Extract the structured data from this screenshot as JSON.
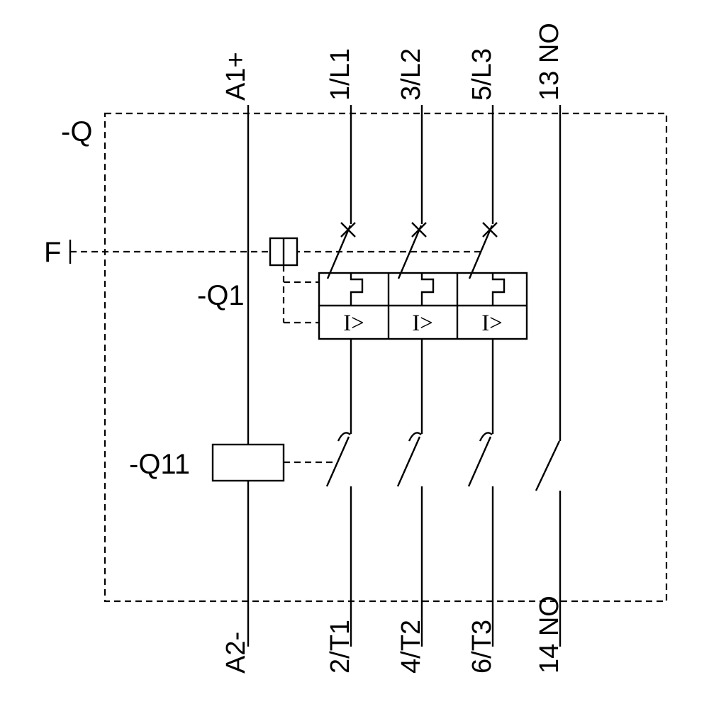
{
  "labels": {
    "device": "-Q",
    "trip_function": "F",
    "protector": "-Q1",
    "contactor": "-Q11",
    "overcurrent": "I>"
  },
  "terminals": {
    "coil_plus": "A1+",
    "coil_minus": "A2-",
    "line_1": "1/L1",
    "line_2": "3/L2",
    "line_3": "5/L3",
    "load_1": "2/T1",
    "load_2": "4/T2",
    "load_3": "6/T3",
    "aux_top": "13 NO",
    "aux_bottom": "14 NO"
  },
  "colors": {
    "line": "#000000",
    "background": "#ffffff"
  }
}
